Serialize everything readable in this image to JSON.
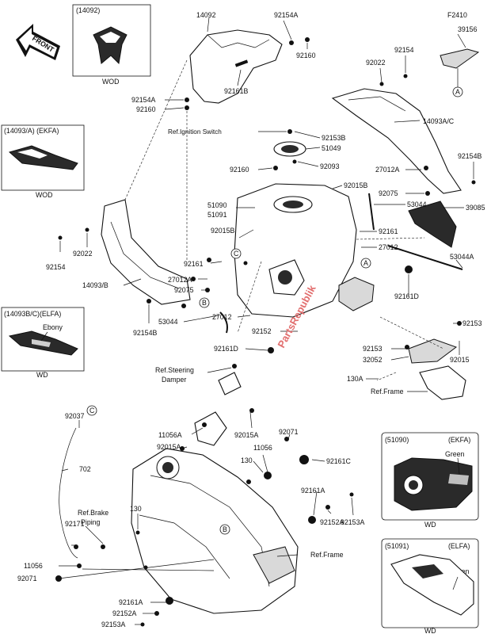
{
  "front_label": "FRONT",
  "ref_circles": [
    "A",
    "B",
    "C"
  ],
  "watermark": "PartsRepublik",
  "insets": {
    "wod_top": {
      "header": "(14092)",
      "footer": "WOD"
    },
    "ekfa_cover": {
      "header": "(14093/A) (EKFA)",
      "footer": "WOD"
    },
    "elfa_cover": {
      "header": "(14093B/C)(ELFA)",
      "item": "Ebony",
      "footer": "WD"
    },
    "wd_51090": {
      "header_left": "(51090)",
      "header_right": "(EKFA)",
      "item": "Green",
      "footer": "WD"
    },
    "wd_51091": {
      "header_left": "(51091)",
      "header_right": "(ELFA)",
      "item": "Green",
      "footer": "WD"
    },
    "f2410": {
      "header": "F2410",
      "part": "39156"
    }
  },
  "labels": [
    "14092",
    "92154A",
    "92160",
    "92161B",
    "92154A",
    "92160",
    "92022",
    "92154",
    "14093A/C",
    "92154B",
    "Ref.Ignition Switch",
    "92153B",
    "51049",
    "92093",
    "92160",
    "27012A",
    "92015B",
    "92075",
    "53044",
    "39085",
    "51090",
    "51091",
    "92015B",
    "92161",
    "27012",
    "92022",
    "92154",
    "14093/B",
    "92161",
    "27012A",
    "92075",
    "53044A",
    "92161D",
    "92154B",
    "53044",
    "27012",
    "92152",
    "92153",
    "92161D",
    "92153",
    "32052",
    "92015",
    "Ref.Steering",
    "Damper",
    "130A",
    "Ref.Frame",
    "92037",
    "11056A",
    "92015A",
    "92015A",
    "92071",
    "130",
    "11056",
    "92161C",
    "702",
    "Ref.Brake",
    "Piping",
    "130",
    "92171",
    "92161A",
    "92152A",
    "92153A",
    "11056",
    "92071",
    "Ref.Frame",
    "92161A",
    "92152A",
    "92153A"
  ]
}
